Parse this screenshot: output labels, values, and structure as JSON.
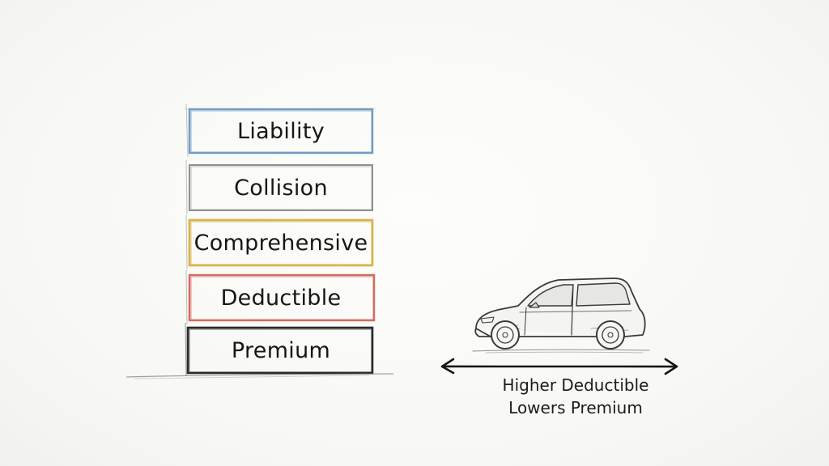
{
  "stack": {
    "items": [
      {
        "label": "Liability",
        "color": "#6f9cc4"
      },
      {
        "label": "Collision",
        "color": "#9a9a9a"
      },
      {
        "label": "Comprehensive",
        "color": "#d9b24a"
      },
      {
        "label": "Deductible",
        "color": "#d46a5f"
      },
      {
        "label": "Premium",
        "color": "#2a2a2a"
      }
    ]
  },
  "relation": {
    "line1": "Higher Deductible",
    "line2": "Lowers Premium",
    "arrow": "double-headed-arrow"
  },
  "illustration": {
    "icon": "car-sketch-icon"
  }
}
